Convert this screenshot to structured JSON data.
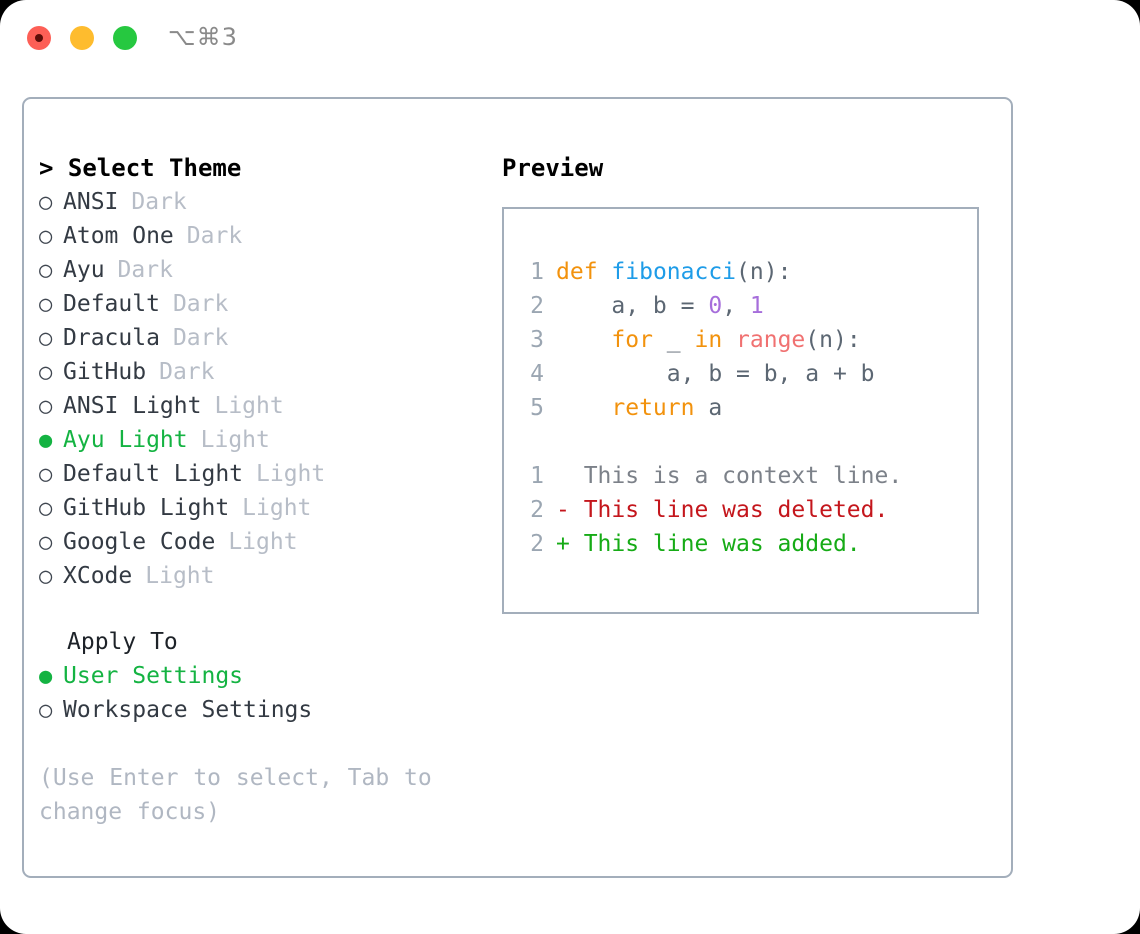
{
  "titlebar": {
    "shortcut": "⌥⌘3",
    "lights": [
      "close-red",
      "minimize-yellow",
      "maximize-green"
    ]
  },
  "theme_picker": {
    "heading": "> Select Theme",
    "heading_caret": ">",
    "heading_text": "Select Theme",
    "bullet_empty": "○",
    "bullet_filled": "●",
    "themes": [
      {
        "name": "ANSI",
        "tag": "Dark",
        "selected": false
      },
      {
        "name": "Atom One",
        "tag": "Dark",
        "selected": false
      },
      {
        "name": "Ayu",
        "tag": "Dark",
        "selected": false
      },
      {
        "name": "Default",
        "tag": "Dark",
        "selected": false
      },
      {
        "name": "Dracula",
        "tag": "Dark",
        "selected": false
      },
      {
        "name": "GitHub",
        "tag": "Dark",
        "selected": false
      },
      {
        "name": "ANSI Light",
        "tag": "Light",
        "selected": false
      },
      {
        "name": "Ayu Light",
        "tag": "Light",
        "selected": true
      },
      {
        "name": "Default Light",
        "tag": "Light",
        "selected": false
      },
      {
        "name": "GitHub Light",
        "tag": "Light",
        "selected": false
      },
      {
        "name": "Google Code",
        "tag": "Light",
        "selected": false
      },
      {
        "name": "XCode",
        "tag": "Light",
        "selected": false
      }
    ]
  },
  "apply_to": {
    "label": "Apply To",
    "options": [
      {
        "name": "User Settings",
        "selected": true
      },
      {
        "name": "Workspace Settings",
        "selected": false
      }
    ]
  },
  "hint": "(Use Enter to select, Tab to change focus)",
  "preview": {
    "title": "Preview",
    "code_lines": [
      {
        "no": "1",
        "tokens": [
          {
            "t": "def",
            "c": "kw"
          },
          {
            "t": " ",
            "c": "pl"
          },
          {
            "t": "fibonacci",
            "c": "fn"
          },
          {
            "t": "(n):",
            "c": "pl"
          }
        ]
      },
      {
        "no": "2",
        "tokens": [
          {
            "t": "    a, b = ",
            "c": "pl"
          },
          {
            "t": "0",
            "c": "num"
          },
          {
            "t": ", ",
            "c": "pl"
          },
          {
            "t": "1",
            "c": "num"
          }
        ]
      },
      {
        "no": "3",
        "tokens": [
          {
            "t": "    ",
            "c": "pl"
          },
          {
            "t": "for",
            "c": "kw"
          },
          {
            "t": " _ ",
            "c": "pl"
          },
          {
            "t": "in",
            "c": "kw"
          },
          {
            "t": " ",
            "c": "pl"
          },
          {
            "t": "range",
            "c": "bi"
          },
          {
            "t": "(n):",
            "c": "pl"
          }
        ]
      },
      {
        "no": "4",
        "tokens": [
          {
            "t": "        a, b = b, a + b",
            "c": "pl"
          }
        ]
      },
      {
        "no": "5",
        "tokens": [
          {
            "t": "    ",
            "c": "pl"
          },
          {
            "t": "return",
            "c": "kw"
          },
          {
            "t": " a",
            "c": "pl"
          }
        ]
      }
    ],
    "diff_lines": [
      {
        "no": "1",
        "marker": "  ",
        "text": "This is a context line.",
        "kind": "context"
      },
      {
        "no": "2",
        "marker": "- ",
        "text": "This line was deleted.",
        "kind": "del"
      },
      {
        "no": "2",
        "marker": "+ ",
        "text": "This line was added.",
        "kind": "add"
      }
    ]
  },
  "colors": {
    "accent_green": "#14b342",
    "border": "#a3aebb",
    "tag_gray": "#b7bdc7",
    "hint_gray": "#b0b7c2",
    "lineno_gray": "#9ba6b2",
    "code_plain": "#5c6773",
    "keyword_orange": "#f2920d",
    "function_blue": "#1e9ce8",
    "number_purple": "#a66edb",
    "builtin_red": "#f07171",
    "diff_delete": "#c4161c",
    "diff_add": "#16ab16",
    "light_red": "#fd5f56",
    "light_yellow": "#febc2e",
    "light_green": "#26c840"
  }
}
